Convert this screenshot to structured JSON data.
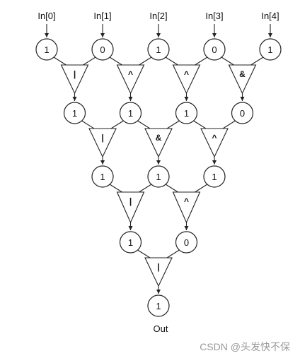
{
  "inputs": [
    "In[0]",
    "In[1]",
    "In[2]",
    "In[3]",
    "In[4]"
  ],
  "levels": [
    {
      "values": [
        "1",
        "0",
        "1",
        "0",
        "1"
      ]
    },
    {
      "gates": [
        "|",
        "^",
        "^",
        "&"
      ],
      "values": [
        "1",
        "1",
        "1",
        "0"
      ]
    },
    {
      "gates": [
        "|",
        "&",
        "^"
      ],
      "values": [
        "1",
        "1",
        "1"
      ]
    },
    {
      "gates": [
        "|",
        "^"
      ],
      "values": [
        "1",
        "0"
      ]
    },
    {
      "gates": [
        "|"
      ],
      "values": [
        "1"
      ]
    }
  ],
  "output_label": "Out",
  "watermark": "CSDN @头发快不保"
}
